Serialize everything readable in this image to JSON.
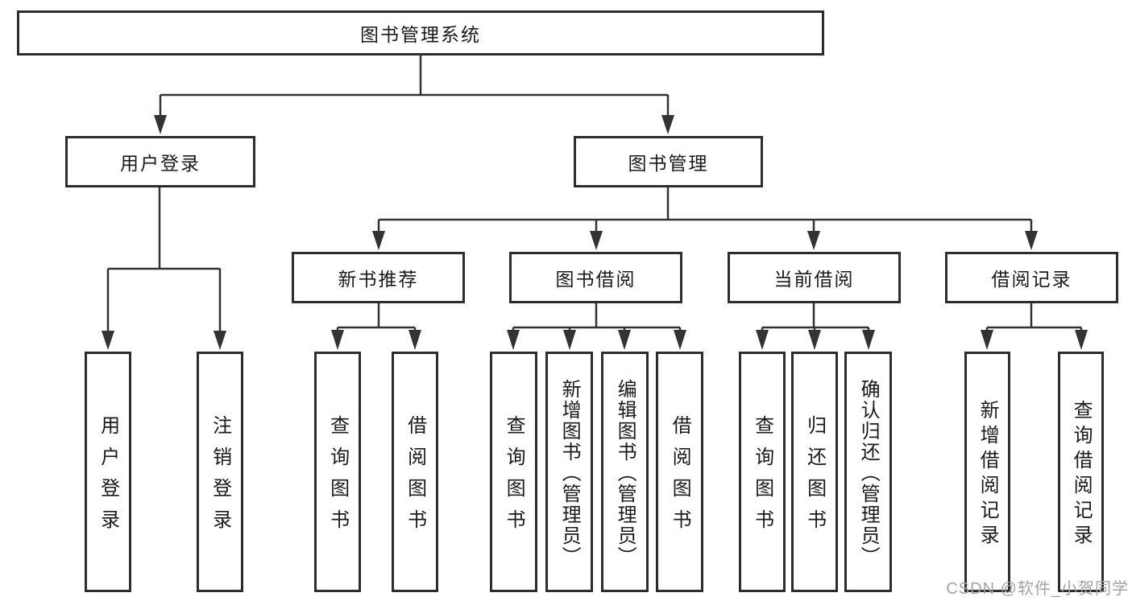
{
  "tree": {
    "label": "图书管理系统",
    "children": [
      {
        "label": "用户登录",
        "children": [
          {
            "label": "用户登录"
          },
          {
            "label": "注销登录"
          }
        ]
      },
      {
        "label": "图书管理",
        "children": [
          {
            "label": "新书推荐",
            "children": [
              {
                "label": "查询图书"
              },
              {
                "label": "借阅图书"
              }
            ]
          },
          {
            "label": "图书借阅",
            "children": [
              {
                "label": "查询图书"
              },
              {
                "label": "新增图书（管理员）"
              },
              {
                "label": "编辑图书（管理员）"
              },
              {
                "label": "借阅图书"
              }
            ]
          },
          {
            "label": "当前借阅",
            "children": [
              {
                "label": "查询图书"
              },
              {
                "label": "归还图书"
              },
              {
                "label": "确认归还（管理员）"
              }
            ]
          },
          {
            "label": "借阅记录",
            "children": [
              {
                "label": "新增借阅记录"
              },
              {
                "label": "查询借阅记录"
              }
            ]
          }
        ]
      }
    ]
  },
  "colors": {
    "box_border": "#2d2d2d",
    "connector": "#333333",
    "text": "#1a1a1a",
    "watermark": "#a3a3a3",
    "background": "#ffffff"
  },
  "watermark": {
    "text": "CSDN @软件_小贺同学"
  }
}
